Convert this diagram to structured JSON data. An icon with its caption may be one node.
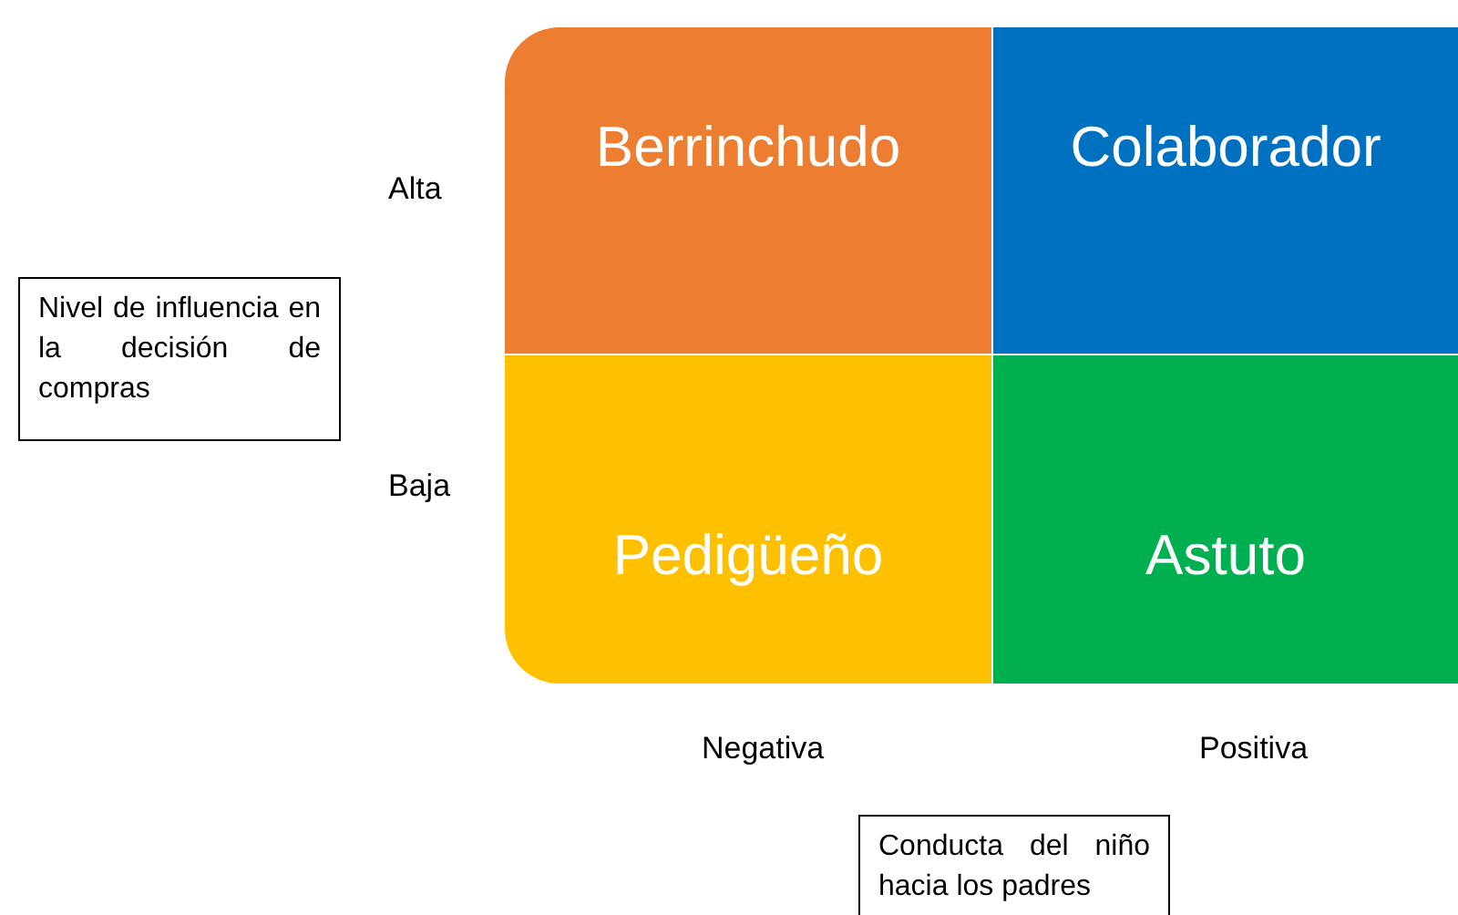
{
  "diagram": {
    "nodes": [
      {
        "text": [
          "Berrinchudo"
        ]
      },
      {
        "text": [
          "Colaborador"
        ]
      },
      {
        "text": [
          "Nivel de influencia en la decisión de compras"
        ]
      },
      {
        "text": [
          "Pedigüeño"
        ]
      },
      {
        "text": [
          "Astuto"
        ]
      },
      {
        "text": [
          "Conducta del niño hacia los padres"
        ]
      }
    ],
    "labels": [
      "Alta",
      "Baja",
      "Negativa",
      "Positiva"
    ]
  }
}
